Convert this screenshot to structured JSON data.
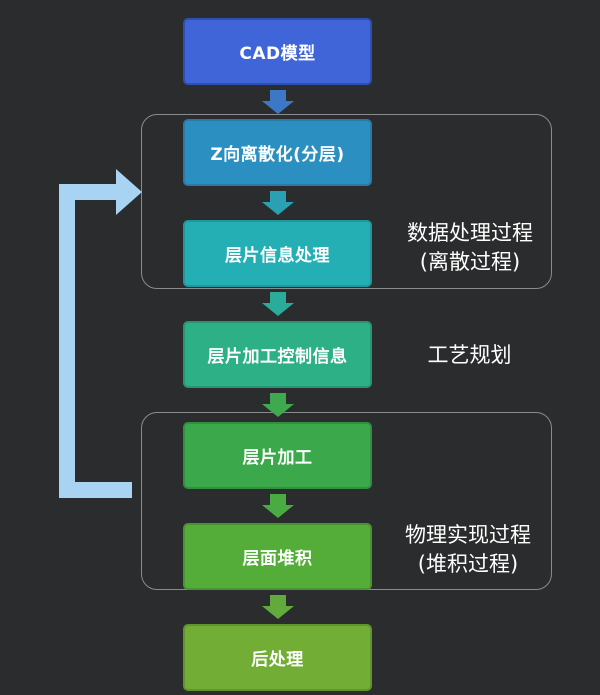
{
  "nodes": [
    {
      "id": "cad-model",
      "label": "CAD模型",
      "fill": "#3f65d8",
      "border": "#2f4fb3"
    },
    {
      "id": "z-discretize",
      "label": "Z向离散化(分层)",
      "fill": "#2b8fc2",
      "border": "#2a7aa8"
    },
    {
      "id": "layer-info",
      "label": "层片信息处理",
      "fill": "#24afb4",
      "border": "#22969a"
    },
    {
      "id": "process-control",
      "label": "层片加工控制信息",
      "fill": "#2db085",
      "border": "#259573"
    },
    {
      "id": "layer-process",
      "label": "层片加工",
      "fill": "#3ba94b",
      "border": "#318f3f"
    },
    {
      "id": "layer-stack",
      "label": "层面堆积",
      "fill": "#55ad39",
      "border": "#489431"
    },
    {
      "id": "post-process",
      "label": "后处理",
      "fill": "#72ad36",
      "border": "#61932e"
    }
  ],
  "side_labels": {
    "data_process_line1": "数据处理过程",
    "data_process_line2": "(离散过程)",
    "craft_planning": "工艺规划",
    "physical_line1": "物理实现过程",
    "physical_line2": "(堆积过程)"
  },
  "colors": {
    "background": "#2b2c2d",
    "feedback_arrow": "#a9d3f2",
    "frame": "#8a8b8c",
    "arrow_blue": "#3d78c8",
    "arrow_teal": "#2aa0b5",
    "arrow_green": "#3ea94f",
    "arrow_lime": "#62aa3c"
  }
}
